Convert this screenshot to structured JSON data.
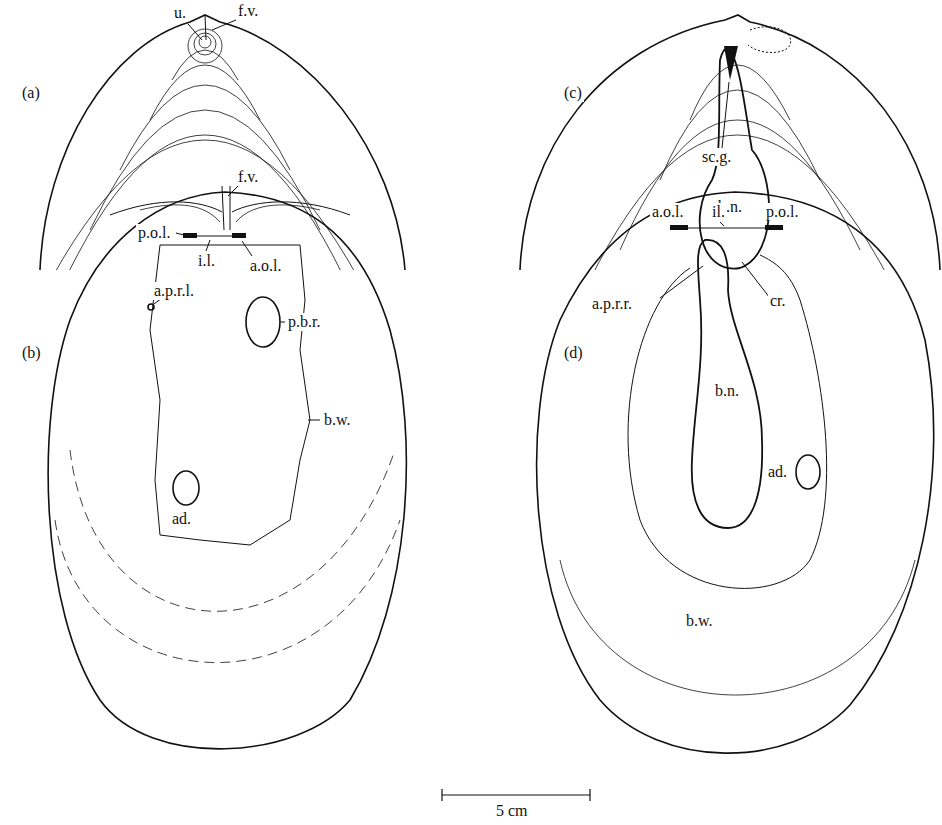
{
  "diagram": {
    "labels": [
      "u.",
      "f.v.",
      "(a)",
      "(c)",
      "sc.g.",
      "b.n.",
      "f.v.",
      "(b)",
      "p.o.l.",
      "i.l.",
      "a.o.l.",
      "a.p.r.l.",
      "p.b.r.",
      "b.w.",
      "ad.",
      "(d)",
      "a.o.l.",
      "il.",
      "p.o.l.",
      "a.p.r.r.",
      "cr.",
      "b.n.",
      "ad.",
      "b.w.",
      "5 cm"
    ]
  }
}
